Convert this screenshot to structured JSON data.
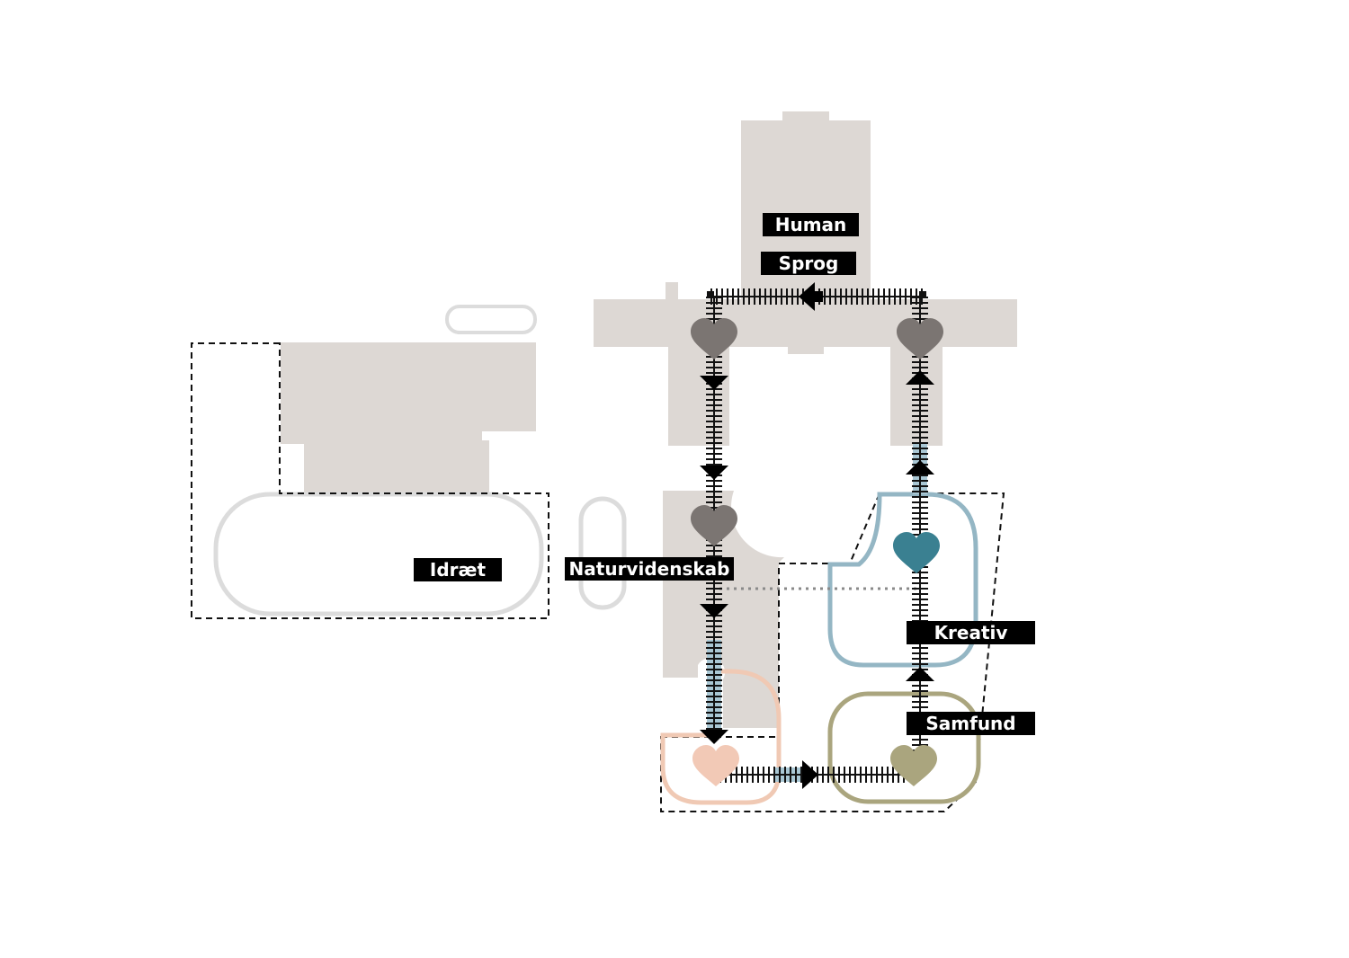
{
  "labels": {
    "human": "Human",
    "sprog": "Sprog",
    "idraet": "Idræt",
    "naturvidenskab": "Naturvidenskab",
    "kreativ": "Kreativ",
    "samfund": "Samfund"
  },
  "colors": {
    "building": "#ddd8d4",
    "outline_grey": "#dcdcdc",
    "route": "#111111",
    "light_blue": "#a9c7d4",
    "heart_grey": "#7b7572",
    "heart_teal": "#3a8091",
    "heart_peach": "#f2c9b6",
    "heart_olive": "#aaa57e",
    "zone_blue": "#94b6c4",
    "zone_peach": "#f0c9b4",
    "zone_olive": "#aaa57e"
  },
  "icons": [
    "heart-icon",
    "arrow-down-icon",
    "arrow-up-icon",
    "arrow-left-icon",
    "arrow-right-icon"
  ]
}
